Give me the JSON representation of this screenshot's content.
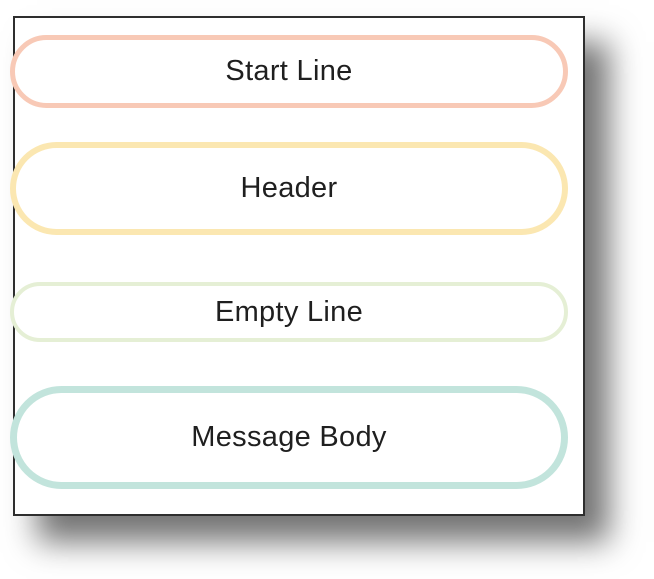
{
  "diagram": {
    "description_colors": {
      "frame_border": "#2e2e2e",
      "background": "#ffffff",
      "text": "#1f1f1f"
    },
    "nodes": [
      {
        "label": "Start Line",
        "border_color": "#f8c9b6"
      },
      {
        "label": "Header",
        "border_color": "#fbe7b1"
      },
      {
        "label": "Empty Line",
        "border_color": "#e5efd5"
      },
      {
        "label": "Message Body",
        "border_color": "#c2e4dc"
      }
    ]
  }
}
